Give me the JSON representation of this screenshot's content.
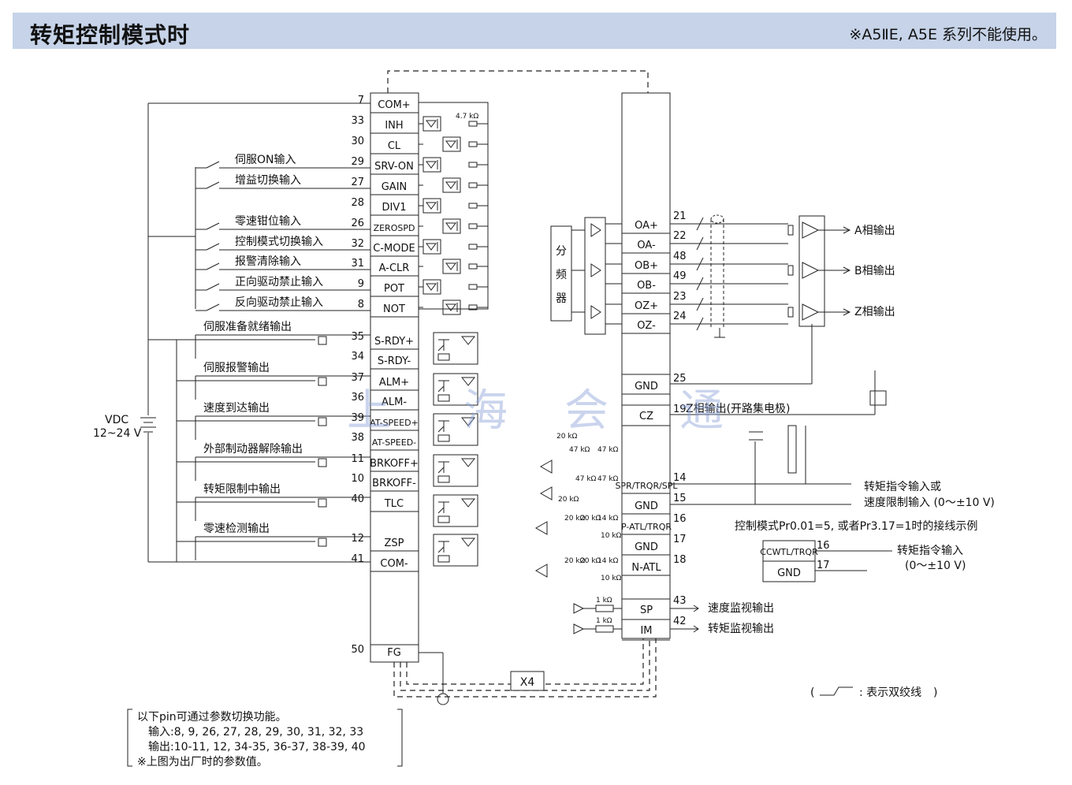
{
  "header": {
    "title": "转矩控制模式时",
    "note": "※A5ⅡE, A5E 系列不能使用。"
  },
  "inputs": [
    {
      "num": "7",
      "pin": "COM+"
    },
    {
      "num": "33",
      "pin": "INH"
    },
    {
      "num": "30",
      "pin": "CL"
    },
    {
      "num": "29",
      "pin": "SRV-ON",
      "label": "伺服ON输入"
    },
    {
      "num": "27",
      "pin": "GAIN",
      "label": "增益切换输入"
    },
    {
      "num": "28",
      "pin": "DIV1"
    },
    {
      "num": "26",
      "pin": "ZEROSPD",
      "label": "零速钳位输入"
    },
    {
      "num": "32",
      "pin": "C-MODE",
      "label": "控制模式切换输入"
    },
    {
      "num": "31",
      "pin": "A-CLR",
      "label": "报警清除输入"
    },
    {
      "num": "9",
      "pin": "POT",
      "label": "正向驱动禁止输入"
    },
    {
      "num": "8",
      "pin": "NOT",
      "label": "反向驱动禁止输入"
    }
  ],
  "outputs": [
    {
      "num": "35",
      "pin": "S-RDY+",
      "label": "伺服准备就绪输出"
    },
    {
      "num": "34",
      "pin": "S-RDY-"
    },
    {
      "num": "37",
      "pin": "ALM+",
      "label": "伺服报警输出"
    },
    {
      "num": "36",
      "pin": "ALM-"
    },
    {
      "num": "39",
      "pin": "AT-SPEED+",
      "label": "速度到达输出"
    },
    {
      "num": "38",
      "pin": "AT-SPEED-"
    },
    {
      "num": "11",
      "pin": "BRKOFF+",
      "label": "外部制动器解除输出"
    },
    {
      "num": "10",
      "pin": "BRKOFF-"
    },
    {
      "num": "40",
      "pin": "TLC",
      "label": "转矩限制中输出"
    },
    {
      "num": "12",
      "pin": "ZSP",
      "label": "零速检测输出"
    },
    {
      "num": "41",
      "pin": "COM-"
    }
  ],
  "fg": {
    "num": "50",
    "pin": "FG"
  },
  "resistor_47": "4.7 kΩ",
  "vdc": {
    "label": "VDC",
    "range": "12~24 V"
  },
  "encoder": [
    {
      "num": "21",
      "pin": "OA+"
    },
    {
      "num": "22",
      "pin": "OA-"
    },
    {
      "num": "48",
      "pin": "OB+"
    },
    {
      "num": "49",
      "pin": "OB-"
    },
    {
      "num": "23",
      "pin": "OZ+"
    },
    {
      "num": "24",
      "pin": "OZ-"
    }
  ],
  "phase_outputs": [
    "A相输出",
    "B相输出",
    "Z相输出"
  ],
  "divider": [
    "分",
    "频",
    "器"
  ],
  "gnd": {
    "num": "25",
    "pin": "GND"
  },
  "cz": {
    "num": "19",
    "pin": "CZ",
    "label": "Z相输出(开路集电极)"
  },
  "analog": [
    {
      "num": "14",
      "pin": "SPR/TRQR/SPL"
    },
    {
      "num": "15",
      "pin": "GND"
    },
    {
      "num": "16",
      "pin": "P-ATL/TRQR"
    },
    {
      "num": "17",
      "pin": "GND"
    },
    {
      "num": "18",
      "pin": "N-ATL"
    }
  ],
  "torque_cmd": [
    "转矩指令输入或",
    "速度限制输入 (0～±10 V)"
  ],
  "mode_note": "控制模式Pr0.01=5, 或者Pr3.17=1时的接线示例",
  "alt": {
    "pin1": "CCWTL/TRQR",
    "num1": "16",
    "pin2": "GND",
    "num2": "17",
    "label": [
      "转矩指令输入",
      "(0～±10 V)"
    ]
  },
  "monitors": [
    {
      "num": "43",
      "pin": "SP",
      "label": "速度监视输出",
      "r": "1 kΩ"
    },
    {
      "num": "42",
      "pin": "IM",
      "label": "转矩监视输出",
      "r": "1 kΩ"
    }
  ],
  "resistors_small": {
    "r20": "20 kΩ",
    "r47": "47 kΩ",
    "r14": "14 kΩ",
    "r10": "10 kΩ"
  },
  "x4": "X4",
  "twisted_legend": ": 表示双绞线",
  "notes": [
    "以下pin可通过参数切换功能。",
    "输入:8, 9, 26, 27, 28, 29, 30, 31, 32, 33",
    "输出:10-11, 12, 34-35, 36-37, 38-39, 40",
    "※上图为出厂时的参数值。"
  ],
  "watermark": [
    "上",
    "海",
    "会",
    "通"
  ]
}
